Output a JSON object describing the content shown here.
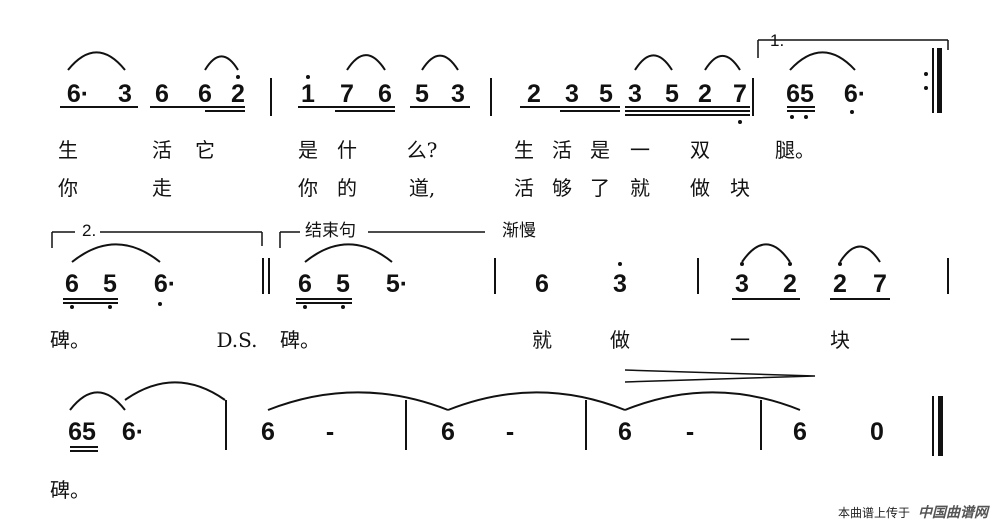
{
  "rows": [
    {
      "notes": [
        "6·",
        "3",
        "6",
        "6",
        "2",
        "1",
        "7",
        "6",
        "5",
        "3",
        "2",
        "3",
        "5",
        "3",
        "5",
        "2",
        "7",
        "65",
        "6·"
      ],
      "lyrics1": [
        "生",
        "活",
        "它",
        "是",
        "什",
        "么?",
        "生",
        "活",
        "是",
        "一",
        "双",
        "腿。"
      ],
      "lyrics2": [
        "你",
        "走",
        "你",
        "的",
        "道,",
        "活",
        "够",
        "了",
        "就",
        "做",
        "块"
      ]
    },
    {
      "notes": [
        "6",
        "5",
        "6·",
        "6",
        "5",
        "5·",
        "6",
        "3",
        "3",
        "2",
        "2",
        "7"
      ],
      "lyrics1": [
        "碑。",
        "D.S.",
        "碑。",
        "就",
        "做",
        "一",
        "块"
      ]
    },
    {
      "notes": [
        "65",
        "6·",
        "6",
        "-",
        "6",
        "-",
        "6",
        "-",
        "6",
        "0"
      ],
      "lyrics1": [
        "碑。"
      ]
    }
  ],
  "volta1": "1.",
  "volta2": "2.",
  "ending_label": "结束句",
  "tempo_mark": "渐慢",
  "footer": {
    "text": "本曲谱上传于",
    "logo": "中国曲谱网"
  }
}
